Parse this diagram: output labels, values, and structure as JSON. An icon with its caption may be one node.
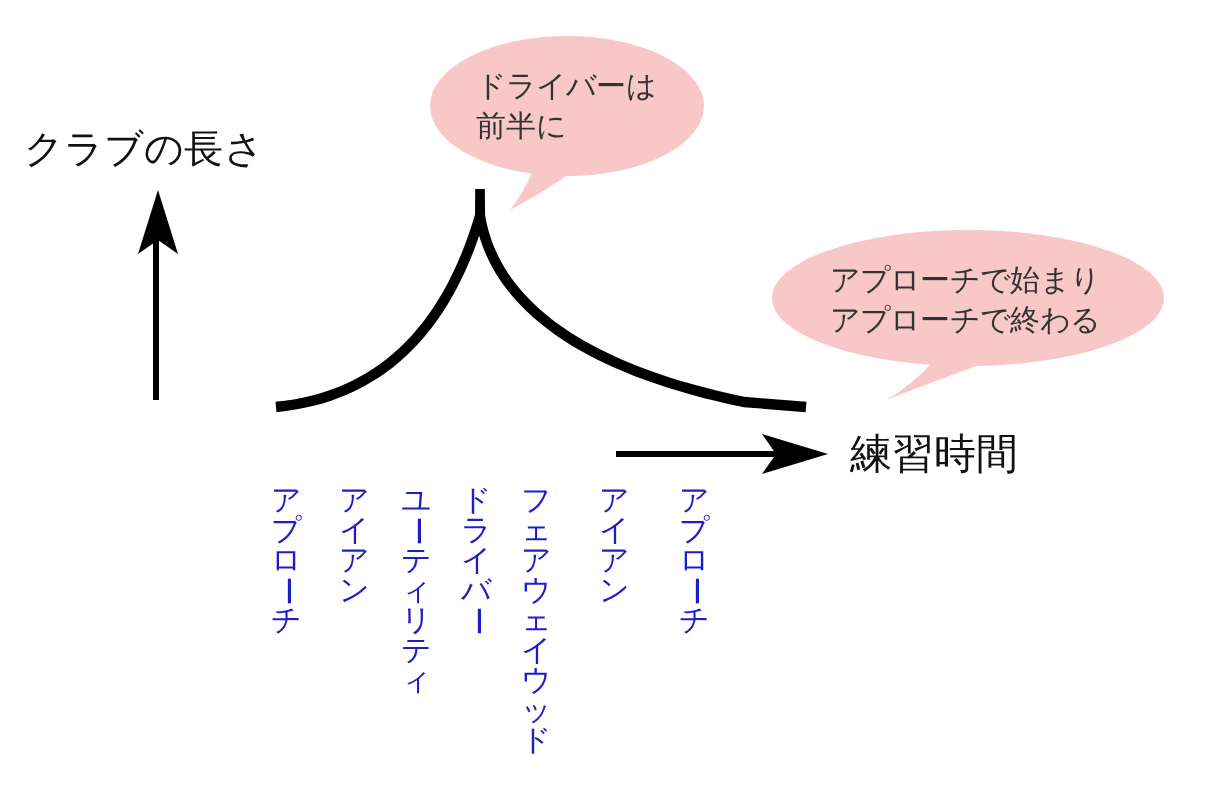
{
  "diagram": {
    "nodes": [
      {
        "text": [
          "ドライバーは前半に"
        ]
      },
      {
        "text": [
          "アプローチで始まりアプローチで終わる"
        ]
      }
    ],
    "labels": [
      "クラブの長さ",
      "練習時間",
      "アプローチ",
      "アイアン",
      "ユーティリティ",
      "ドライバー",
      "フェアウェイウッド",
      "アイアン",
      "アプローチ"
    ]
  }
}
